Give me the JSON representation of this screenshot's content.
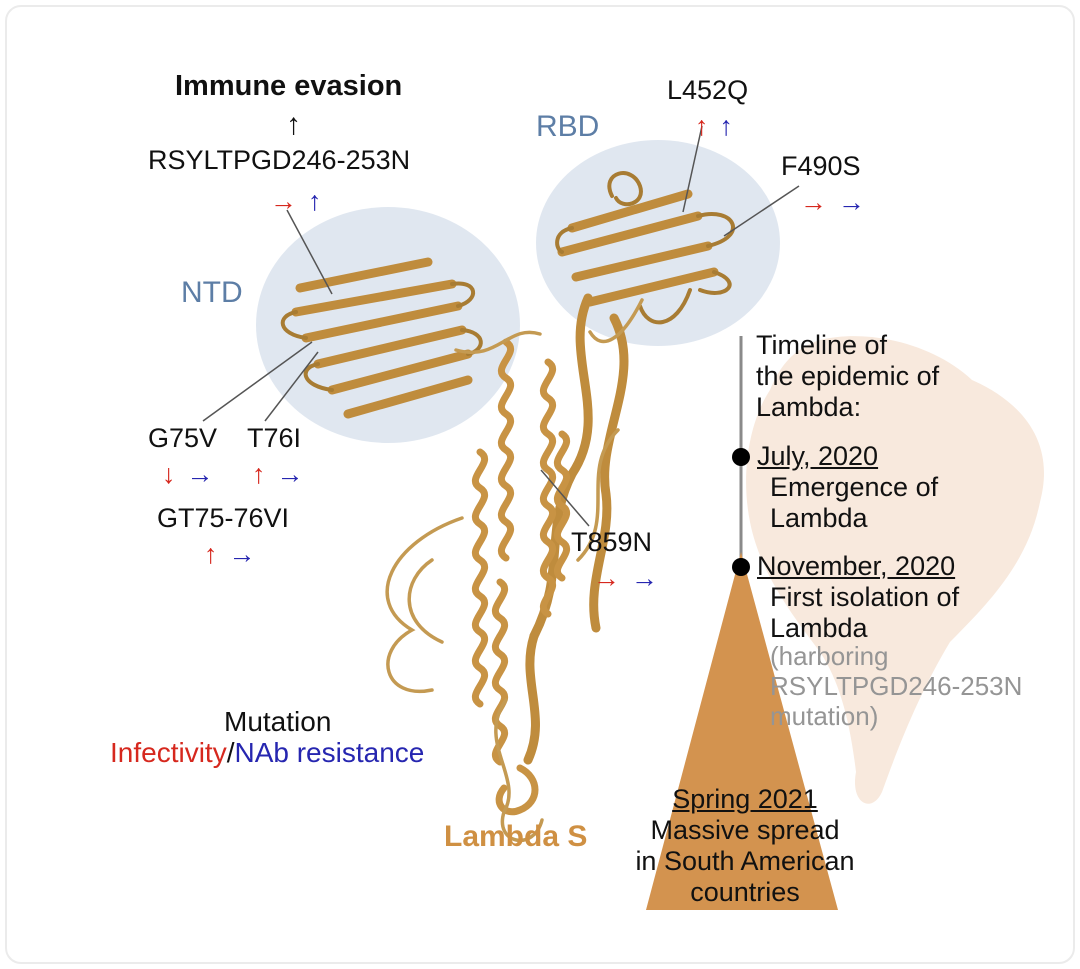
{
  "figure": {
    "immune_evasion_label": "Immune evasion",
    "immune_evasion_arrow": "↑",
    "ntd_label": "NTD",
    "rbd_label": "RBD",
    "lambda_s_label": "Lambda S"
  },
  "mutations": [
    {
      "label": "RSYLTPGD246-253N",
      "infectivity_arrow": "→",
      "nab_arrow": "↑"
    },
    {
      "label": "L452Q",
      "infectivity_arrow": "↑",
      "nab_arrow": "↑"
    },
    {
      "label": "F490S",
      "infectivity_arrow": "→",
      "nab_arrow": "→"
    },
    {
      "label": "G75V",
      "infectivity_arrow": "↓",
      "nab_arrow": "→"
    },
    {
      "label": "T76I",
      "infectivity_arrow": "↑",
      "nab_arrow": "→"
    },
    {
      "label": "GT75-76VI",
      "infectivity_arrow": "↑",
      "nab_arrow": "→"
    },
    {
      "label": "T859N",
      "infectivity_arrow": "→",
      "nab_arrow": "→"
    }
  ],
  "legend": {
    "mutation": "Mutation",
    "infectivity": "Infectivity",
    "separator": "/",
    "nab_resistance": "NAb resistance"
  },
  "timeline": {
    "title": "Timeline of\nthe epidemic of\nLambda:",
    "events": [
      {
        "date": "July, 2020",
        "description": "Emergence of\nLambda"
      },
      {
        "date": "November, 2020",
        "description": "First isolation of\nLambda",
        "note": "(harboring\nRSYLTPGD246-253N\nmutation)"
      }
    ],
    "spread": {
      "date": "Spring 2021",
      "description": "Massive spread\nin South American\ncountries"
    }
  },
  "colors": {
    "infectivity_red": "#d6281e",
    "nab_blue": "#2626b0",
    "region_label_blue": "#5d7ea6",
    "ribbon_gold": "#bf8c3d",
    "lambda_s_gold": "#cf9043",
    "highlight_ellipse": "#dde4ee",
    "timeline_triangle": "#d3934f",
    "map_peach": "#f8e9dd",
    "note_gray": "#959595"
  }
}
